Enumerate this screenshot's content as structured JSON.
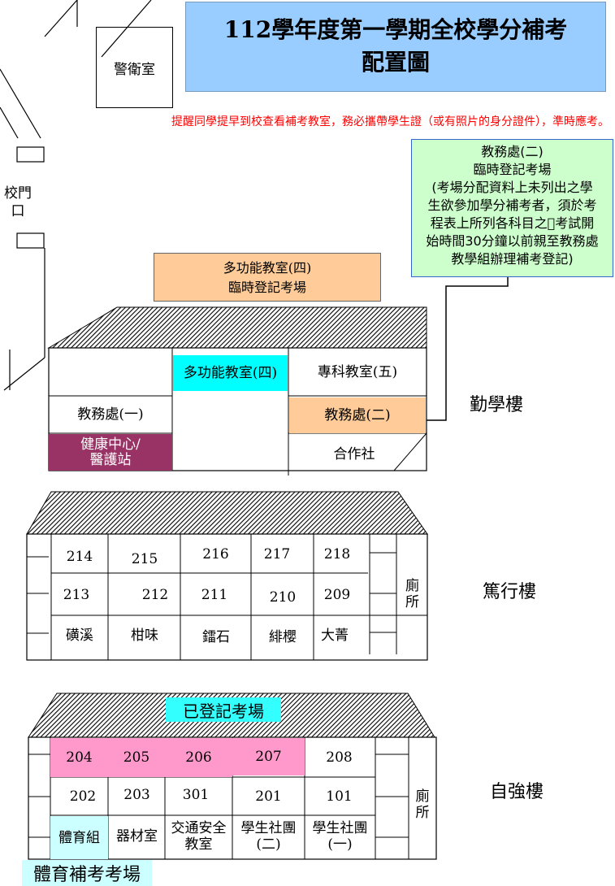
{
  "title": {
    "line1": "112學年度第一學期全校學分補考",
    "line2": "配置圖"
  },
  "guard_room": "警衛室",
  "notice": "提醒同學提早到校查看補考教室，務必攜帶學生證（或有照片的身分證件），準時應考。",
  "school_gate": {
    "line1": "校門",
    "line2": "口"
  },
  "academic_office_2_note": {
    "lines": [
      "教務處(二)",
      "臨時登記考場",
      "(考場分配資料上未列出之學",
      "生欲參加學分補考者，須於考",
      "程表上所列各科目之\u0000考試開",
      "始時間30分鐘以前親至教務處",
      "教學組辦理補考登記)"
    ]
  },
  "multi_room_note": {
    "line1": "多功能教室(四)",
    "line2": "臨時登記考場"
  },
  "buildings": {
    "qinxue": {
      "name": "勤學樓",
      "multi_room": "多功能教室(四)",
      "special_room": "專科教室(五)",
      "academic_office_1": "教務處(一)",
      "academic_office_2": "教務處(二)",
      "health_center": {
        "line1": "健康中心/",
        "line2": "醫護站"
      },
      "coop": "合作社"
    },
    "duxing": {
      "name": "篤行樓",
      "row1": [
        "214",
        "215",
        "216",
        "217",
        "218"
      ],
      "row2": [
        "213",
        "212",
        "211",
        "210",
        "209"
      ],
      "row3": [
        "磺溪",
        "柑味",
        "鐳石",
        "緋櫻",
        "大菁"
      ],
      "restroom": {
        "line1": "廁",
        "line2": "所"
      }
    },
    "ziqiang": {
      "name": "自強樓",
      "registered_tag": "已登記考場",
      "row1": [
        "204",
        "205",
        "206",
        "207",
        "208"
      ],
      "row2": [
        "202",
        "203",
        "301",
        "201",
        "101"
      ],
      "row3": [
        {
          "line1": "體育組",
          "line2": ""
        },
        {
          "line1": "器材室",
          "line2": ""
        },
        {
          "line1": "交通安全",
          "line2": "教室"
        },
        {
          "line1": "學生社團",
          "line2": "(二)"
        },
        {
          "line1": "學生社團",
          "line2": "(一)"
        }
      ],
      "restroom": {
        "line1": "廁",
        "line2": "所"
      },
      "pe_exam_tag": "體育補考考場"
    }
  },
  "colors": {
    "title_bg": "#99ccff",
    "note_green": "#ccffcc",
    "orange": "#ffcc99",
    "cyan": "#00ffff",
    "maroon": "#993366",
    "pink": "#ff99cc",
    "notice_red": "#ff0000"
  }
}
